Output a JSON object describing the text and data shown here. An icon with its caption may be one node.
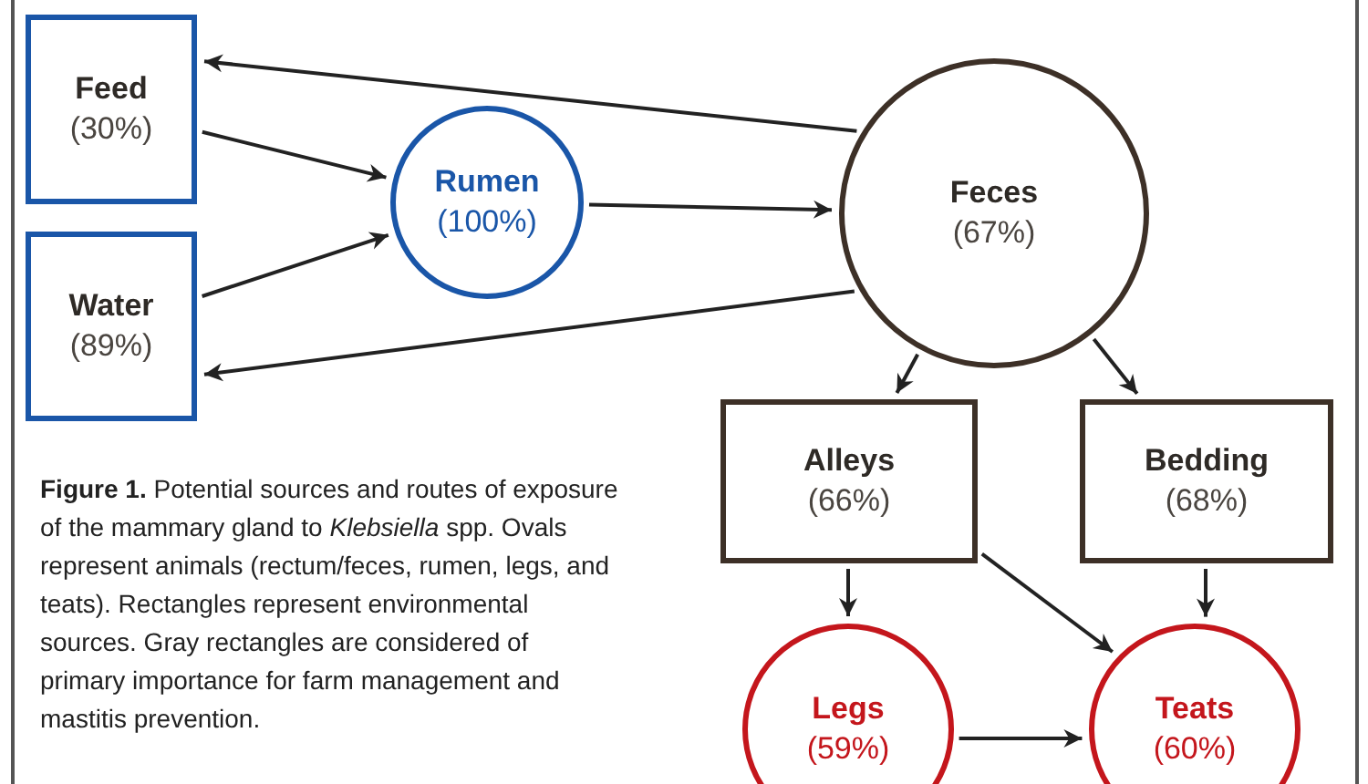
{
  "diagram": {
    "caption": "**Figure 1.** Potential sources and routes of exposure of the mammary gland to *Klebsiella* spp. Ovals represent animals (rectum/feces, rumen, legs, and teats). Rectangles represent environmental sources. Gray rectangles are considered of primary importance for farm management and mastitis prevention.",
    "nodes": [
      {
        "text": [
          "Feed",
          "(30%)"
        ]
      },
      {
        "text": [
          "Water",
          "(89%)"
        ]
      },
      {
        "text": [
          "Rumen",
          "(100%)"
        ]
      },
      {
        "text": [
          "Feces",
          "(67%)"
        ]
      },
      {
        "text": [
          "Alleys",
          "(66%)"
        ]
      },
      {
        "text": [
          "Bedding",
          "(68%)"
        ]
      },
      {
        "text": [
          "Legs",
          "(59%)"
        ]
      },
      {
        "text": [
          "Teats",
          "(60%)"
        ]
      }
    ],
    "edges": [
      {
        "from": 0,
        "to": 2,
        "arrow": "to"
      },
      {
        "from": 1,
        "to": 2,
        "arrow": "to"
      },
      {
        "from": 2,
        "to": 3,
        "arrow": "to"
      },
      {
        "from": 3,
        "to": 0,
        "arrow": "to"
      },
      {
        "from": 3,
        "to": 1,
        "arrow": "to"
      },
      {
        "from": 3,
        "to": 4,
        "arrow": "to"
      },
      {
        "from": 3,
        "to": 5,
        "arrow": "to"
      },
      {
        "from": 4,
        "to": 6,
        "arrow": "to"
      },
      {
        "from": 4,
        "to": 7,
        "arrow": "to"
      },
      {
        "from": 5,
        "to": 7,
        "arrow": "to"
      },
      {
        "from": 6,
        "to": 7,
        "arrow": "to"
      }
    ]
  }
}
